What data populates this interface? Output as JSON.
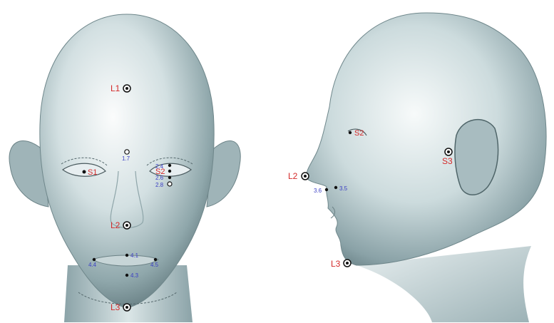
{
  "front_view": {
    "labels": {
      "L1": "L1",
      "S1": "S1",
      "L2": "L2",
      "L3": "L3",
      "S2": "S2",
      "p1_7": "1.7",
      "p2_4": "2.4",
      "p2_6": "2.6",
      "p2_8": "2.8",
      "p4_1": "4.1",
      "p4_3": "4.3",
      "p4_4": "4.4",
      "p4_5": "4.5"
    }
  },
  "side_view": {
    "labels": {
      "S2": "S2",
      "S3": "S3",
      "L2": "L2",
      "L3": "L3",
      "p3_6": "3.6",
      "p3_5": "3.5"
    }
  }
}
